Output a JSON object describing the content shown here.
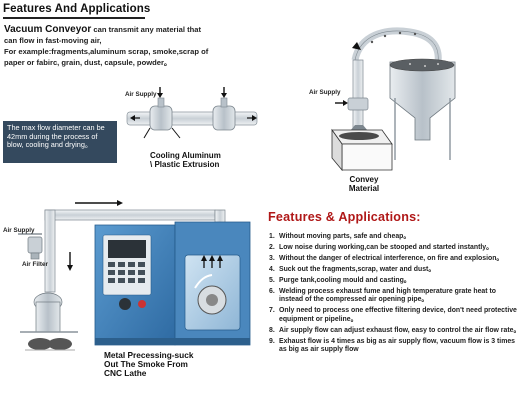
{
  "header": {
    "title": "Features And Applications"
  },
  "intro": {
    "lead": "Vacuum Conveyor",
    "lead_rest": " can transmit any material that can flow in fast-moving air,",
    "examples": "For example:fragments,aluminum scrap, smoke,scrap of paper or fabirc, grain, dust, capsule, powder。"
  },
  "diameter_note": "The max flow diameter can be 42mm during the process of blow, cooling and drying。",
  "diagrams": {
    "cooling": {
      "air_supply_label": "Air Supply",
      "caption_line1": "Cooling Aluminum",
      "caption_line2": "\\ Plastic Extrusion"
    },
    "convey": {
      "air_supply_label": "Air Supply",
      "caption_line1": "Convey",
      "caption_line2": "Material"
    },
    "cnc": {
      "air_supply_label": "Air Supply",
      "air_filter_label": "Air Filter",
      "caption_line1": "Metal Precessing-suck",
      "caption_line2": "Out The Smoke From",
      "caption_line3": "CNC Lathe"
    }
  },
  "features": {
    "title": "Features & Applications:",
    "items": [
      {
        "num": "1.",
        "text": "Without moving parts, safe and cheap。"
      },
      {
        "num": "2.",
        "text": "Low noise during working,can be stooped and started instantly。"
      },
      {
        "num": "3.",
        "text": "Without the danger of electrical interference, on fire and explosion。"
      },
      {
        "num": "4.",
        "text": "Suck out the fragments,scrap, water and dust。"
      },
      {
        "num": "5.",
        "text": "Purge tank,cooling mould and casting。"
      },
      {
        "num": "6.",
        "text": "Welding process exhaust fume and high temperature grate heat  to instead of the compressed air opening pipe。"
      },
      {
        "num": "7.",
        "text": "Only need to process one effective filtering device, don't need protective equipment or pipeline。"
      },
      {
        "num": "8.",
        "text": "Air supply flow can adjust exhaust flow, easy to control the air flow rate。"
      },
      {
        "num": "9.",
        "text": "Exhaust flow is 4 times as big as air supply flow, vacuum flow is 3 times as big as air supply flow"
      }
    ]
  },
  "colors": {
    "feature_title": "#b01818",
    "note_box": "#34495e",
    "machine_blue": "#3e7fb8",
    "pipe": "#dfe4e8"
  }
}
